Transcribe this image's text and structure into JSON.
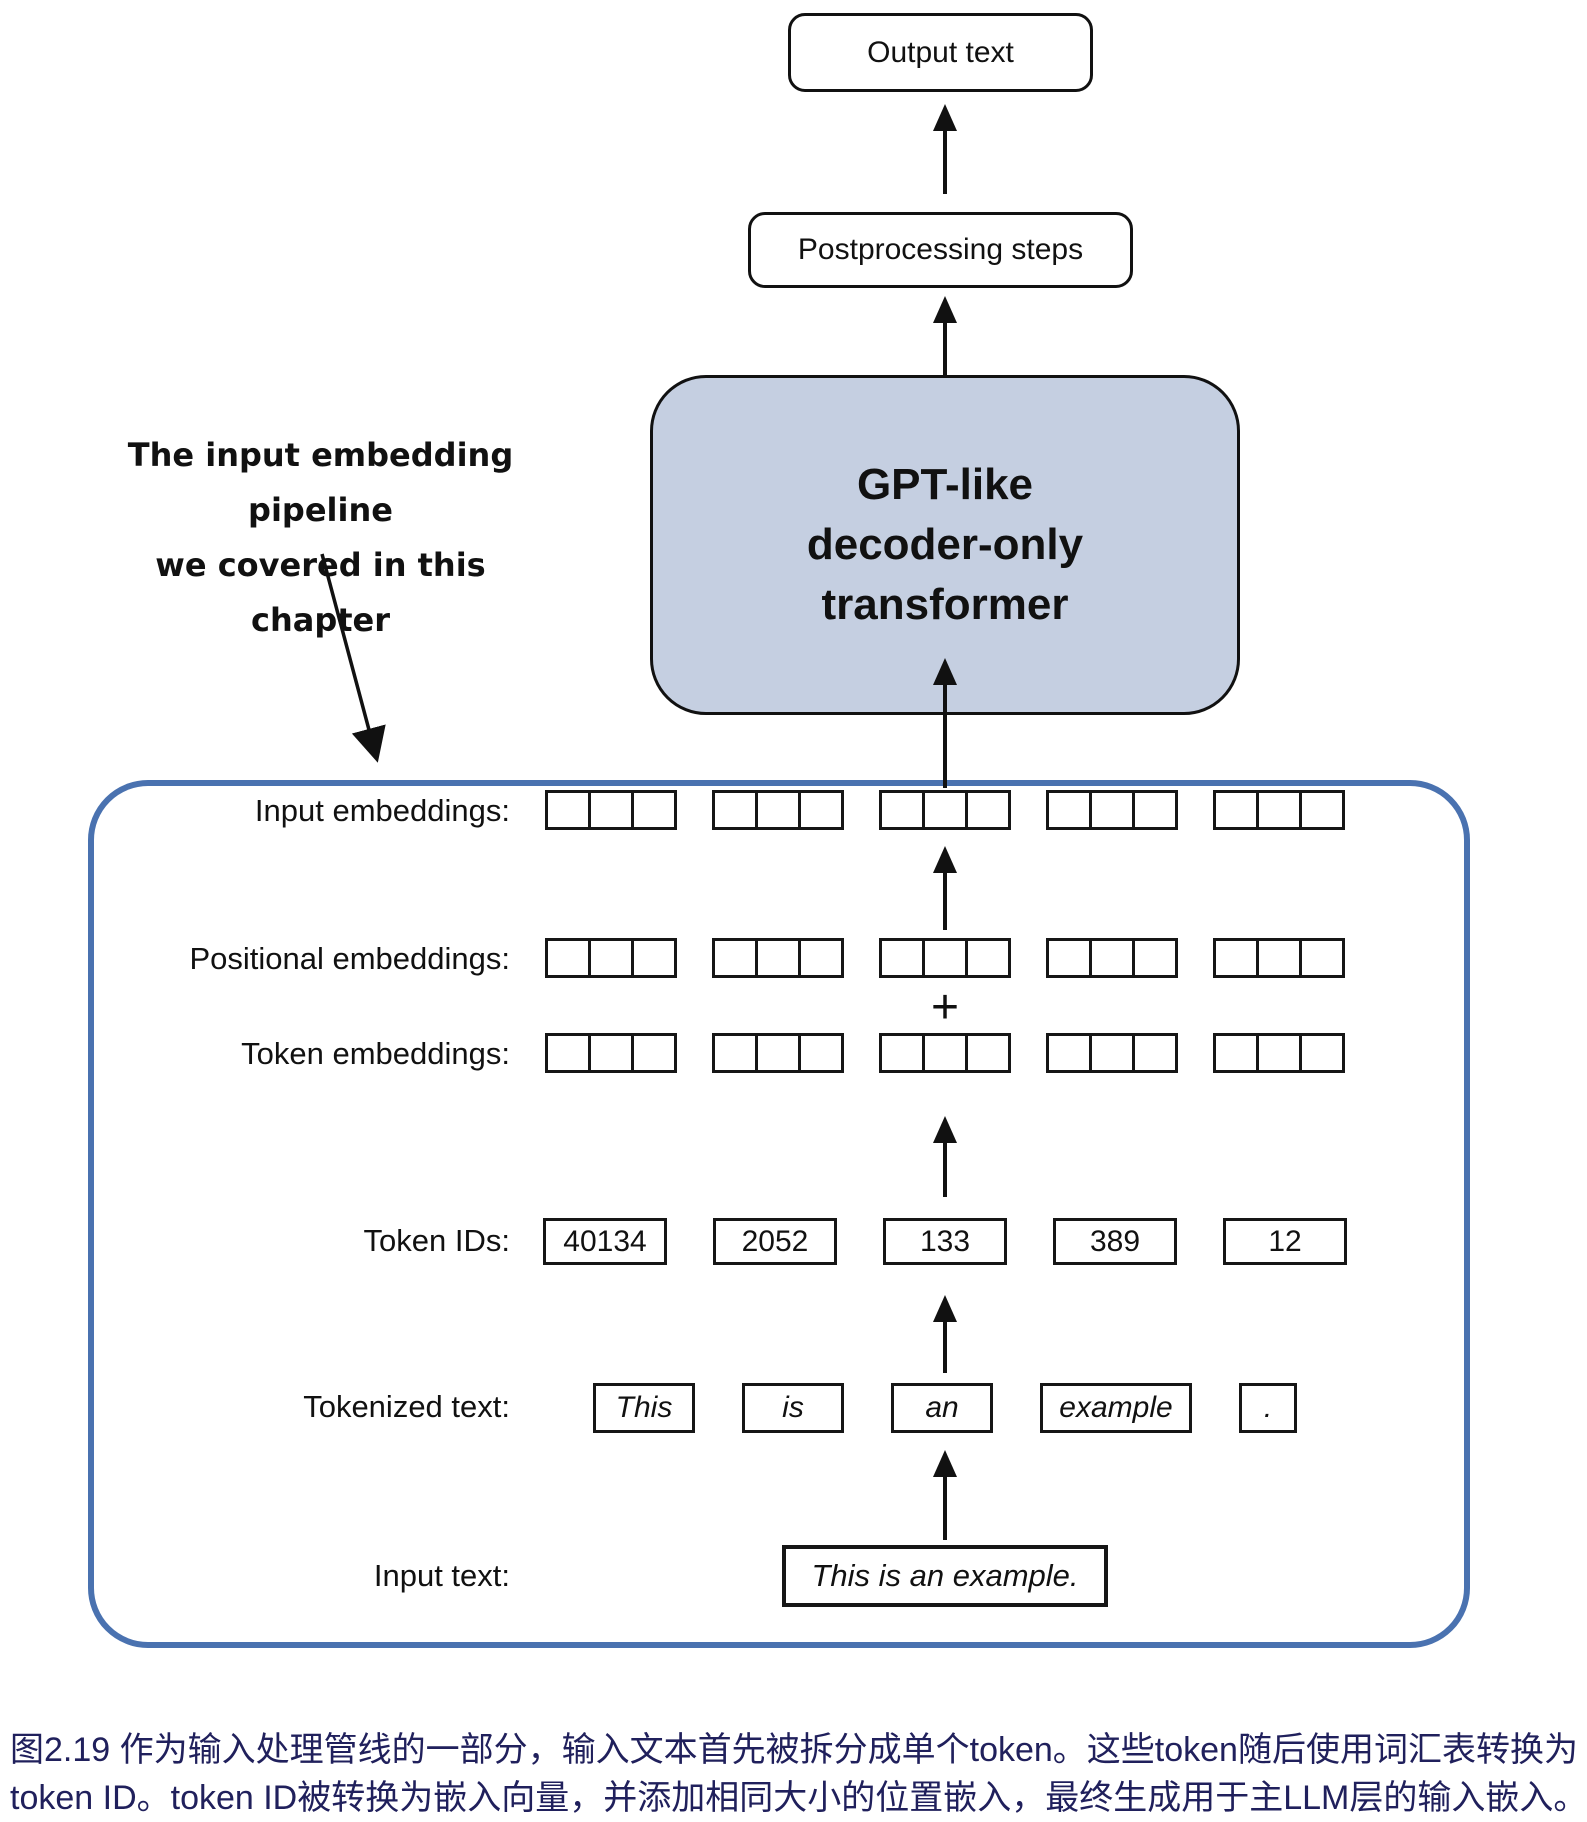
{
  "figure": {
    "output_box_label": "Output text",
    "postprocessing_box_label": "Postprocessing steps",
    "gpt_box": {
      "line1": "GPT-like",
      "line2": "decoder-only",
      "line3": "transformer",
      "fill_color": "#c5cfe1"
    },
    "annotation": {
      "line1": "The input embedding pipeline",
      "line2": "we covered in this chapter"
    },
    "pipeline": {
      "border_color": "#4a72b0",
      "input_embeddings_label": "Input embeddings:",
      "positional_embeddings_label": "Positional embeddings:",
      "token_embeddings_label": "Token embeddings:",
      "plus_sign": "+",
      "token_ids_label": "Token IDs:",
      "token_ids": [
        "40134",
        "2052",
        "133",
        "389",
        "12"
      ],
      "tokenized_text_label": "Tokenized text:",
      "tokens": [
        "This",
        "is",
        "an",
        "example",
        "."
      ],
      "input_text_label": "Input text:",
      "input_text": "This is an example.",
      "embedding_groups": 5,
      "squares_per_group": 3
    }
  },
  "caption": {
    "line1": "图2.19 作为输入处理管线的一部分，输入文本首先被拆分成单个token。这些token随后使用词汇表转换为",
    "line2": "token ID。token ID被转换为嵌入向量，并添加相同大小的位置嵌入，最终生成用于主LLM层的输入嵌入。",
    "text_color": "#20205c"
  }
}
